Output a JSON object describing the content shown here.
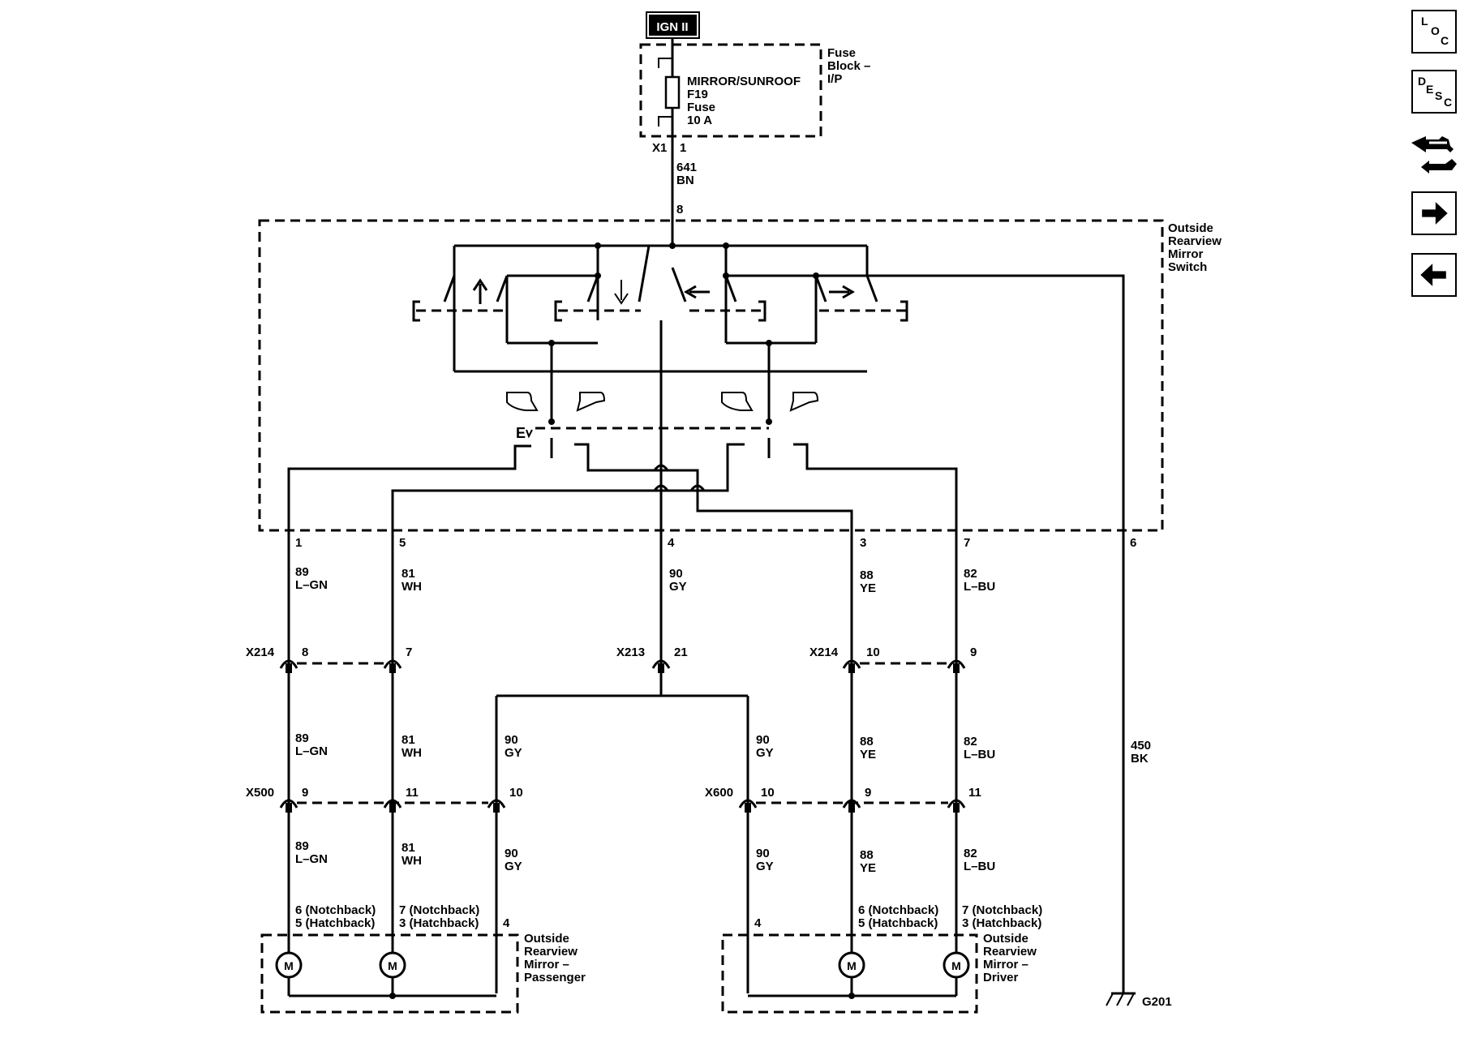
{
  "power": {
    "source": "IGN II"
  },
  "fuse": {
    "name": "MIRROR/SUNROOF",
    "id": "F19",
    "type": "Fuse",
    "rating": "10 A",
    "block": [
      "Fuse",
      "Block –",
      "I/P"
    ],
    "connector": "X1",
    "pin": "1"
  },
  "feed": {
    "circuit": "641",
    "color": "BN",
    "switch_pin": "8"
  },
  "switch": {
    "name": [
      "Outside",
      "Rearview",
      "Mirror",
      "Switch"
    ]
  },
  "switch_outputs": [
    {
      "pin": "1",
      "circuit": "89",
      "color": "L–GN"
    },
    {
      "pin": "5",
      "circuit": "81",
      "color": "WH"
    },
    {
      "pin": "4",
      "circuit": "90",
      "color": "GY"
    },
    {
      "pin": "3",
      "circuit": "88",
      "color": "YE"
    },
    {
      "pin": "7",
      "circuit": "82",
      "color": "L–BU"
    },
    {
      "pin": "6"
    }
  ],
  "ground_wire": {
    "circuit": "450",
    "color": "BK",
    "ground": "G201"
  },
  "inline_x214_left": {
    "name": "X214",
    "pins": [
      "8",
      "7"
    ]
  },
  "inline_x213": {
    "name": "X213",
    "pin": "21"
  },
  "inline_x214_right": {
    "name": "X214",
    "pins": [
      "10",
      "9"
    ]
  },
  "mid_wires": [
    {
      "circuit": "89",
      "color": "L–GN"
    },
    {
      "circuit": "81",
      "color": "WH"
    },
    {
      "circuit": "90",
      "color": "GY"
    },
    {
      "circuit": "90",
      "color": "GY"
    },
    {
      "circuit": "88",
      "color": "YE"
    },
    {
      "circuit": "82",
      "color": "L–BU"
    }
  ],
  "x500": {
    "name": "X500",
    "pins": [
      "9",
      "11",
      "10"
    ]
  },
  "x600": {
    "name": "X600",
    "pins": [
      "10",
      "9",
      "11"
    ]
  },
  "low_wires": [
    {
      "circuit": "89",
      "color": "L–GN"
    },
    {
      "circuit": "81",
      "color": "WH"
    },
    {
      "circuit": "90",
      "color": "GY"
    },
    {
      "circuit": "90",
      "color": "GY"
    },
    {
      "circuit": "88",
      "color": "YE"
    },
    {
      "circuit": "82",
      "color": "L–BU"
    }
  ],
  "mirror_pins": {
    "p1": [
      "6 (Notchback)",
      "5 (Hatchback)"
    ],
    "p2": [
      "7 (Notchback)",
      "3 (Hatchback)"
    ],
    "p3": "4",
    "d1": "4",
    "d2": [
      "6 (Notchback)",
      "5 (Hatchback)"
    ],
    "d3": [
      "7 (Notchback)",
      "3 (Hatchback)"
    ]
  },
  "passenger_mirror": {
    "name": [
      "Outside",
      "Rearview",
      "Mirror –",
      "Passenger"
    ]
  },
  "driver_mirror": {
    "name": [
      "Outside",
      "Rearview",
      "Mirror –",
      "Driver"
    ]
  },
  "motor_label": "M",
  "nav": {
    "loc": {
      "letters": [
        "L",
        "O",
        "C"
      ],
      "icon": "loc-button"
    },
    "desc": {
      "letters": [
        "D",
        "E",
        "S",
        "C"
      ],
      "icon": "desc-button"
    },
    "connector_icon": "connector-icon",
    "next_icon": "arrow-right-icon",
    "prev_icon": "arrow-left-icon"
  }
}
